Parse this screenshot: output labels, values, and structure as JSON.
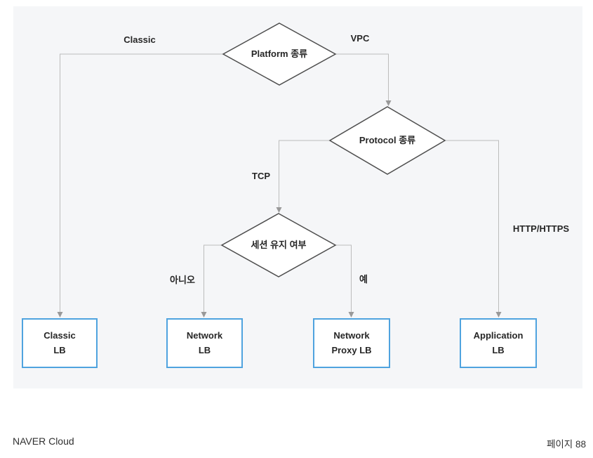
{
  "colors": {
    "panel_bg": "#f5f6f8",
    "result_box_border": "#4fa3df",
    "decision_border": "#4d4d4d",
    "connector_line": "#bcbcbc",
    "arrow_head": "#999999",
    "label_text": "#262626"
  },
  "diagram": {
    "decisions": [
      {
        "id": "platform-type",
        "label": "Platform 종류"
      },
      {
        "id": "protocol-type",
        "label": "Protocol 종류"
      },
      {
        "id": "session-persistence",
        "label": "세션 유지 여부"
      }
    ],
    "edges": [
      {
        "id": "classic",
        "label": "Classic"
      },
      {
        "id": "vpc",
        "label": "VPC"
      },
      {
        "id": "tcp",
        "label": "TCP"
      },
      {
        "id": "http-https",
        "label": "HTTP/HTTPS"
      },
      {
        "id": "no",
        "label": "아니오"
      },
      {
        "id": "yes",
        "label": "예"
      }
    ],
    "results": [
      {
        "id": "classic-lb",
        "label": "Classic\nLB"
      },
      {
        "id": "network-lb",
        "label": "Network\nLB"
      },
      {
        "id": "network-proxy-lb",
        "label": "Network\nProxy LB"
      },
      {
        "id": "application-lb",
        "label": "Application\nLB"
      }
    ]
  },
  "footer": {
    "left": "NAVER Cloud",
    "right": "페이지 88"
  }
}
